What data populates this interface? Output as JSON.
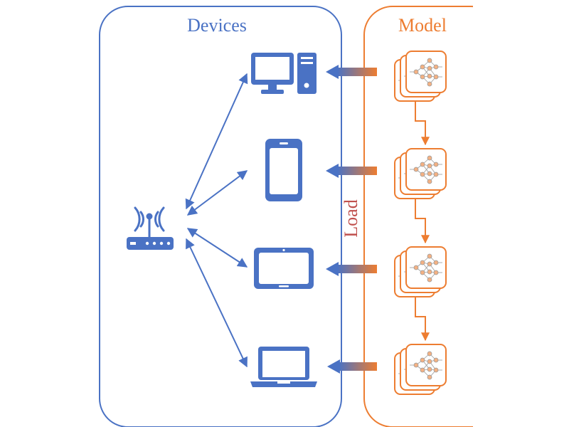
{
  "devices_panel": {
    "title": "Devices"
  },
  "model_panel": {
    "title": "Model"
  },
  "load_label": "Load",
  "colors": {
    "blue": "#4a72c4",
    "orange": "#ed7d31",
    "node_fill": "#f8cbad"
  },
  "devices": [
    {
      "name": "desktop-pc",
      "icon": "desktop-icon"
    },
    {
      "name": "smartphone",
      "icon": "smartphone-icon"
    },
    {
      "name": "tablet",
      "icon": "tablet-icon"
    },
    {
      "name": "laptop",
      "icon": "laptop-icon"
    }
  ],
  "router": {
    "icon": "wifi-router-icon"
  },
  "model_stacks": 4
}
